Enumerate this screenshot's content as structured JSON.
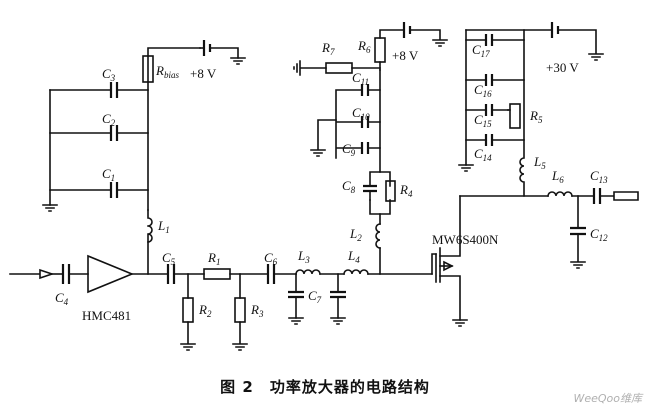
{
  "caption": "图 2　功率放大器的电路结构",
  "watermark": "WeeQoo维库",
  "labels": {
    "C1": {
      "main": "C",
      "sub": "1"
    },
    "C2": {
      "main": "C",
      "sub": "2"
    },
    "C3": {
      "main": "C",
      "sub": "3"
    },
    "C4": {
      "main": "C",
      "sub": "4"
    },
    "C5": {
      "main": "C",
      "sub": "5"
    },
    "C6": {
      "main": "C",
      "sub": "6"
    },
    "C7": {
      "main": "C",
      "sub": "7"
    },
    "C8": {
      "main": "C",
      "sub": "8"
    },
    "C9": {
      "main": "C",
      "sub": "9"
    },
    "C10": {
      "main": "C",
      "sub": "10"
    },
    "C11": {
      "main": "C",
      "sub": "11"
    },
    "C12": {
      "main": "C",
      "sub": "12"
    },
    "C13": {
      "main": "C",
      "sub": "13"
    },
    "C14": {
      "main": "C",
      "sub": "14"
    },
    "C15": {
      "main": "C",
      "sub": "15"
    },
    "C16": {
      "main": "C",
      "sub": "16"
    },
    "C17": {
      "main": "C",
      "sub": "17"
    },
    "R1": {
      "main": "R",
      "sub": "1"
    },
    "R2": {
      "main": "R",
      "sub": "2"
    },
    "R3": {
      "main": "R",
      "sub": "3"
    },
    "R4": {
      "main": "R",
      "sub": "4"
    },
    "R5": {
      "main": "R",
      "sub": "5"
    },
    "R6": {
      "main": "R",
      "sub": "6"
    },
    "R7": {
      "main": "R",
      "sub": "7"
    },
    "Rbias": {
      "main": "R",
      "sub": "bias"
    },
    "L1": {
      "main": "L",
      "sub": "1"
    },
    "L2": {
      "main": "L",
      "sub": "2"
    },
    "L3": {
      "main": "L",
      "sub": "3"
    },
    "L4": {
      "main": "L",
      "sub": "4"
    },
    "L5": {
      "main": "L",
      "sub": "5"
    },
    "L6": {
      "main": "L",
      "sub": "6"
    }
  },
  "amplifier": "HMC481",
  "transistor": "MW6S400N",
  "supply_left": "+8 V",
  "supply_mid": "+8 V",
  "supply_right": "+30 V"
}
